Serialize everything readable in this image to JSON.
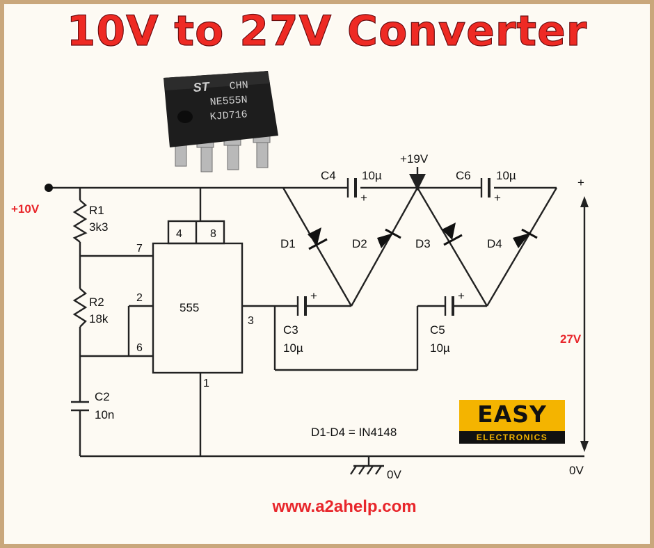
{
  "title": "10V to 27V Converter",
  "website": "www.a2ahelp.com",
  "logo": {
    "top": "EASY",
    "bottom": "ELECTRONICS"
  },
  "chip": {
    "line1": "CHN",
    "line2": "NE555N",
    "line3": "KJD716"
  },
  "ic": {
    "name": "555",
    "pins": {
      "p1": "1",
      "p2": "2",
      "p3": "3",
      "p4": "4",
      "p6": "6",
      "p7": "7",
      "p8": "8"
    }
  },
  "input_voltage": "+10V",
  "mid_voltage": "+19V",
  "output_voltage": "27V",
  "ground_label": "0V",
  "output_ground": "0V",
  "plus_sign": "+",
  "diode_note": "D1-D4 = IN4148",
  "components": {
    "r1": {
      "name": "R1",
      "value": "3k3"
    },
    "r2": {
      "name": "R2",
      "value": "18k"
    },
    "c2": {
      "name": "C2",
      "value": "10n"
    },
    "c3": {
      "name": "C3",
      "value": "10µ"
    },
    "c4": {
      "name": "C4",
      "value": "10µ"
    },
    "c5": {
      "name": "C5",
      "value": "10µ"
    },
    "c6": {
      "name": "C6",
      "value": "10µ"
    },
    "d1": "D1",
    "d2": "D2",
    "d3": "D3",
    "d4": "D4"
  },
  "colors": {
    "accent_red": "#e8262b",
    "logo_yellow": "#f4b400",
    "border": "#c9a77c"
  }
}
